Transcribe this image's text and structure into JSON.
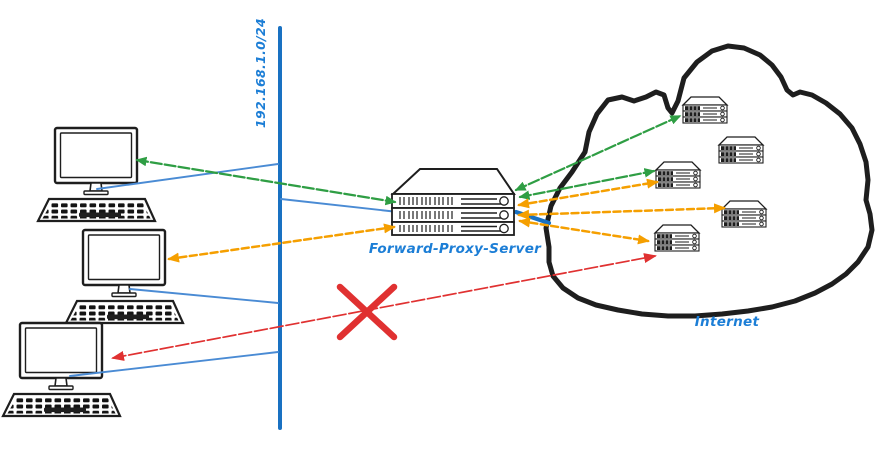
{
  "colors": {
    "green": "#2f9e44",
    "orange": "#f59f00",
    "red": "#e03131",
    "boundary_blue": "#1971c2",
    "lan_blue": "#4a8bd4",
    "label_blue": "#1c7ed6",
    "ink": "#1e1e1e"
  },
  "labels": {
    "subnet": "192.168.1.0/24",
    "proxy": "Forward-Proxy-Server",
    "internet": "Internet"
  },
  "diagram": {
    "description": "Three LAN clients on subnet 192.168.1.0/24 reach Internet web servers through a forward proxy; a direct client-to-server connection is blocked (red X).",
    "nodes": [
      {
        "id": "client-1",
        "type": "desktop-computer"
      },
      {
        "id": "client-2",
        "type": "desktop-computer"
      },
      {
        "id": "client-3",
        "type": "desktop-computer"
      },
      {
        "id": "subnet-boundary",
        "type": "network-boundary",
        "label": "192.168.1.0/24"
      },
      {
        "id": "forward-proxy",
        "type": "rack-server",
        "label": "Forward-Proxy-Server"
      },
      {
        "id": "internet",
        "type": "cloud",
        "label": "Internet"
      },
      {
        "id": "web-server-1",
        "type": "rack-server"
      },
      {
        "id": "web-server-2",
        "type": "rack-server"
      },
      {
        "id": "web-server-3",
        "type": "rack-server"
      },
      {
        "id": "web-server-4",
        "type": "rack-server"
      },
      {
        "id": "web-server-5",
        "type": "rack-server"
      }
    ],
    "connections": [
      {
        "from": "client-1",
        "to": "forward-proxy",
        "color": "green",
        "style": "double-arrow"
      },
      {
        "from": "forward-proxy",
        "to": "web-server-1",
        "color": "green",
        "style": "double-arrow"
      },
      {
        "from": "forward-proxy",
        "to": "web-server-3",
        "color": "green",
        "style": "double-arrow"
      },
      {
        "from": "client-2",
        "to": "forward-proxy",
        "color": "orange",
        "style": "double-arrow"
      },
      {
        "from": "forward-proxy",
        "to": "web-server-3",
        "color": "orange",
        "style": "double-arrow"
      },
      {
        "from": "forward-proxy",
        "to": "web-server-4",
        "color": "orange",
        "style": "double-arrow"
      },
      {
        "from": "forward-proxy",
        "to": "web-server-5",
        "color": "orange",
        "style": "double-arrow"
      },
      {
        "from": "client-3",
        "to": "web-server-5",
        "color": "red",
        "style": "double-arrow",
        "blocked": true
      },
      {
        "from": "client-1",
        "to": "subnet-boundary",
        "color": "lan_blue",
        "style": "line"
      },
      {
        "from": "client-2",
        "to": "subnet-boundary",
        "color": "lan_blue",
        "style": "line"
      },
      {
        "from": "client-3",
        "to": "subnet-boundary",
        "color": "lan_blue",
        "style": "line"
      },
      {
        "from": "subnet-boundary",
        "to": "forward-proxy",
        "color": "lan_blue",
        "style": "line"
      },
      {
        "from": "forward-proxy",
        "to": "internet",
        "color": "boundary_blue",
        "style": "thick-line"
      }
    ]
  }
}
